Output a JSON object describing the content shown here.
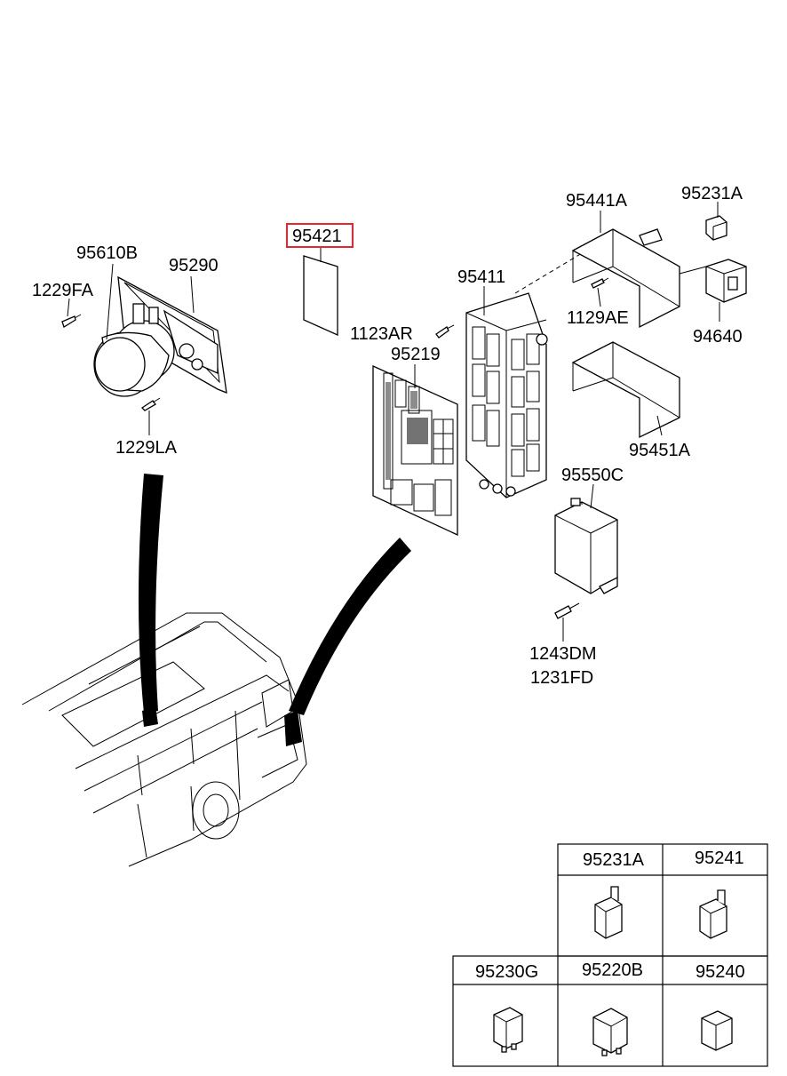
{
  "diagram": {
    "highlight_color": "#e8262e",
    "parts": {
      "p95421": "95421",
      "p95610B": "95610B",
      "p95290": "95290",
      "p1229FA": "1229FA",
      "p1229LA": "1229LA",
      "p95411": "95411",
      "p1123AR": "1123AR",
      "p95219": "95219",
      "p95441A": "95441A",
      "p1129AE": "1129AE",
      "p95231A": "95231A",
      "p94640": "94640",
      "p95451A": "95451A",
      "p95550C": "95550C",
      "p1243DM": "1243DM",
      "p1231FD": "1231FD"
    },
    "relay_table": {
      "top_row": [
        "95231A",
        "95241"
      ],
      "bottom_row": [
        "95230G",
        "95220B",
        "95240"
      ]
    }
  }
}
